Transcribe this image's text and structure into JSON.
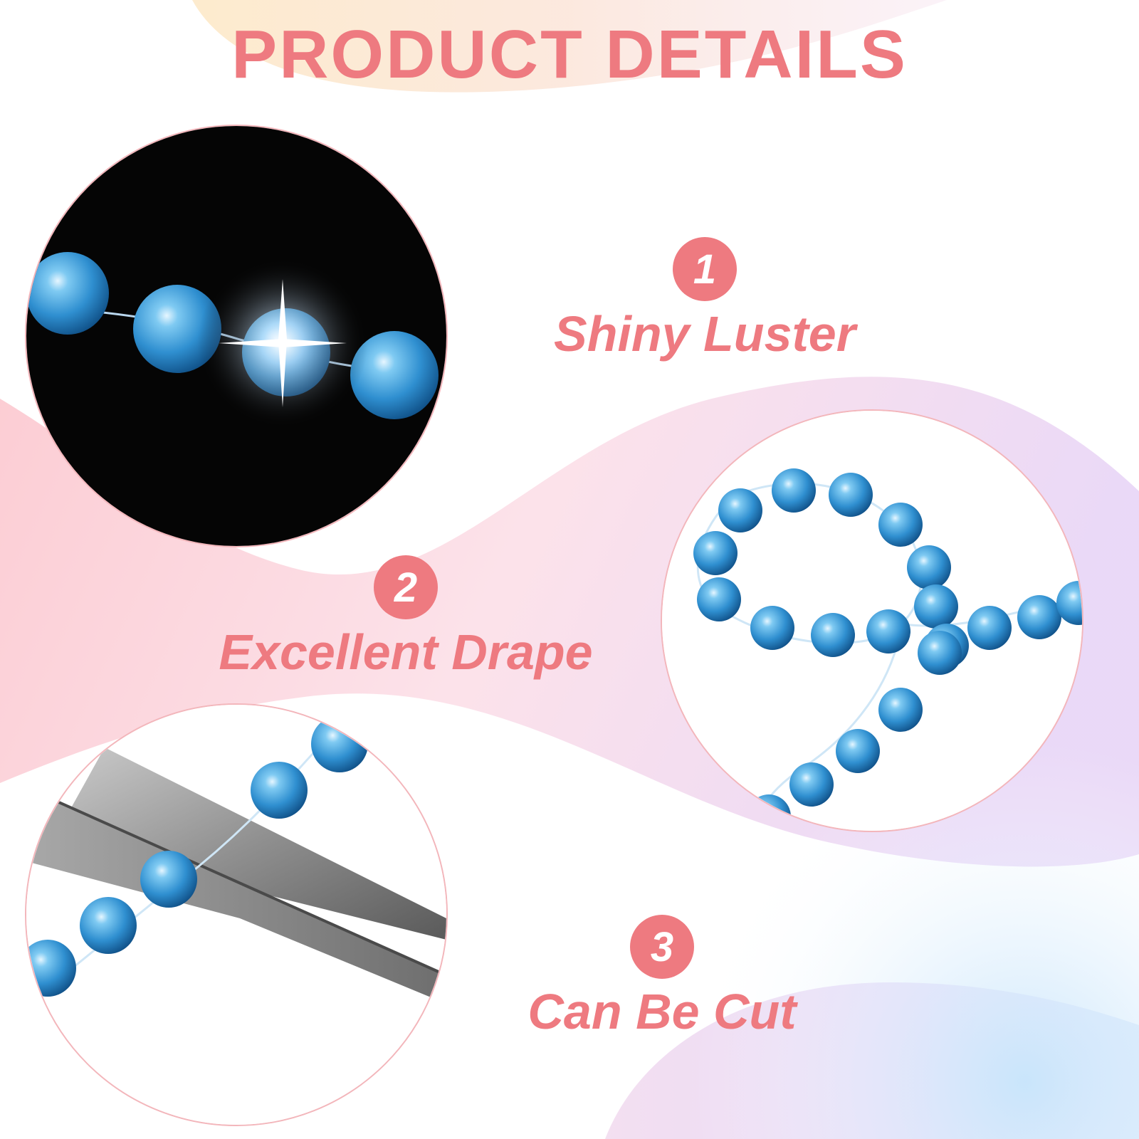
{
  "colors": {
    "accent": "#ee7a80",
    "bead_blue": "#2f8fd0",
    "photo_dark_bg": "#050505"
  },
  "header": {
    "title": "PRODUCT DETAILS"
  },
  "features": [
    {
      "number": "1",
      "label": "Shiny Luster",
      "icon": "bead-strand-shine-photo"
    },
    {
      "number": "2",
      "label": "Excellent Drape",
      "icon": "bead-strand-loop-photo"
    },
    {
      "number": "3",
      "label": "Can Be Cut",
      "icon": "scissors-cutting-beads-photo"
    }
  ]
}
